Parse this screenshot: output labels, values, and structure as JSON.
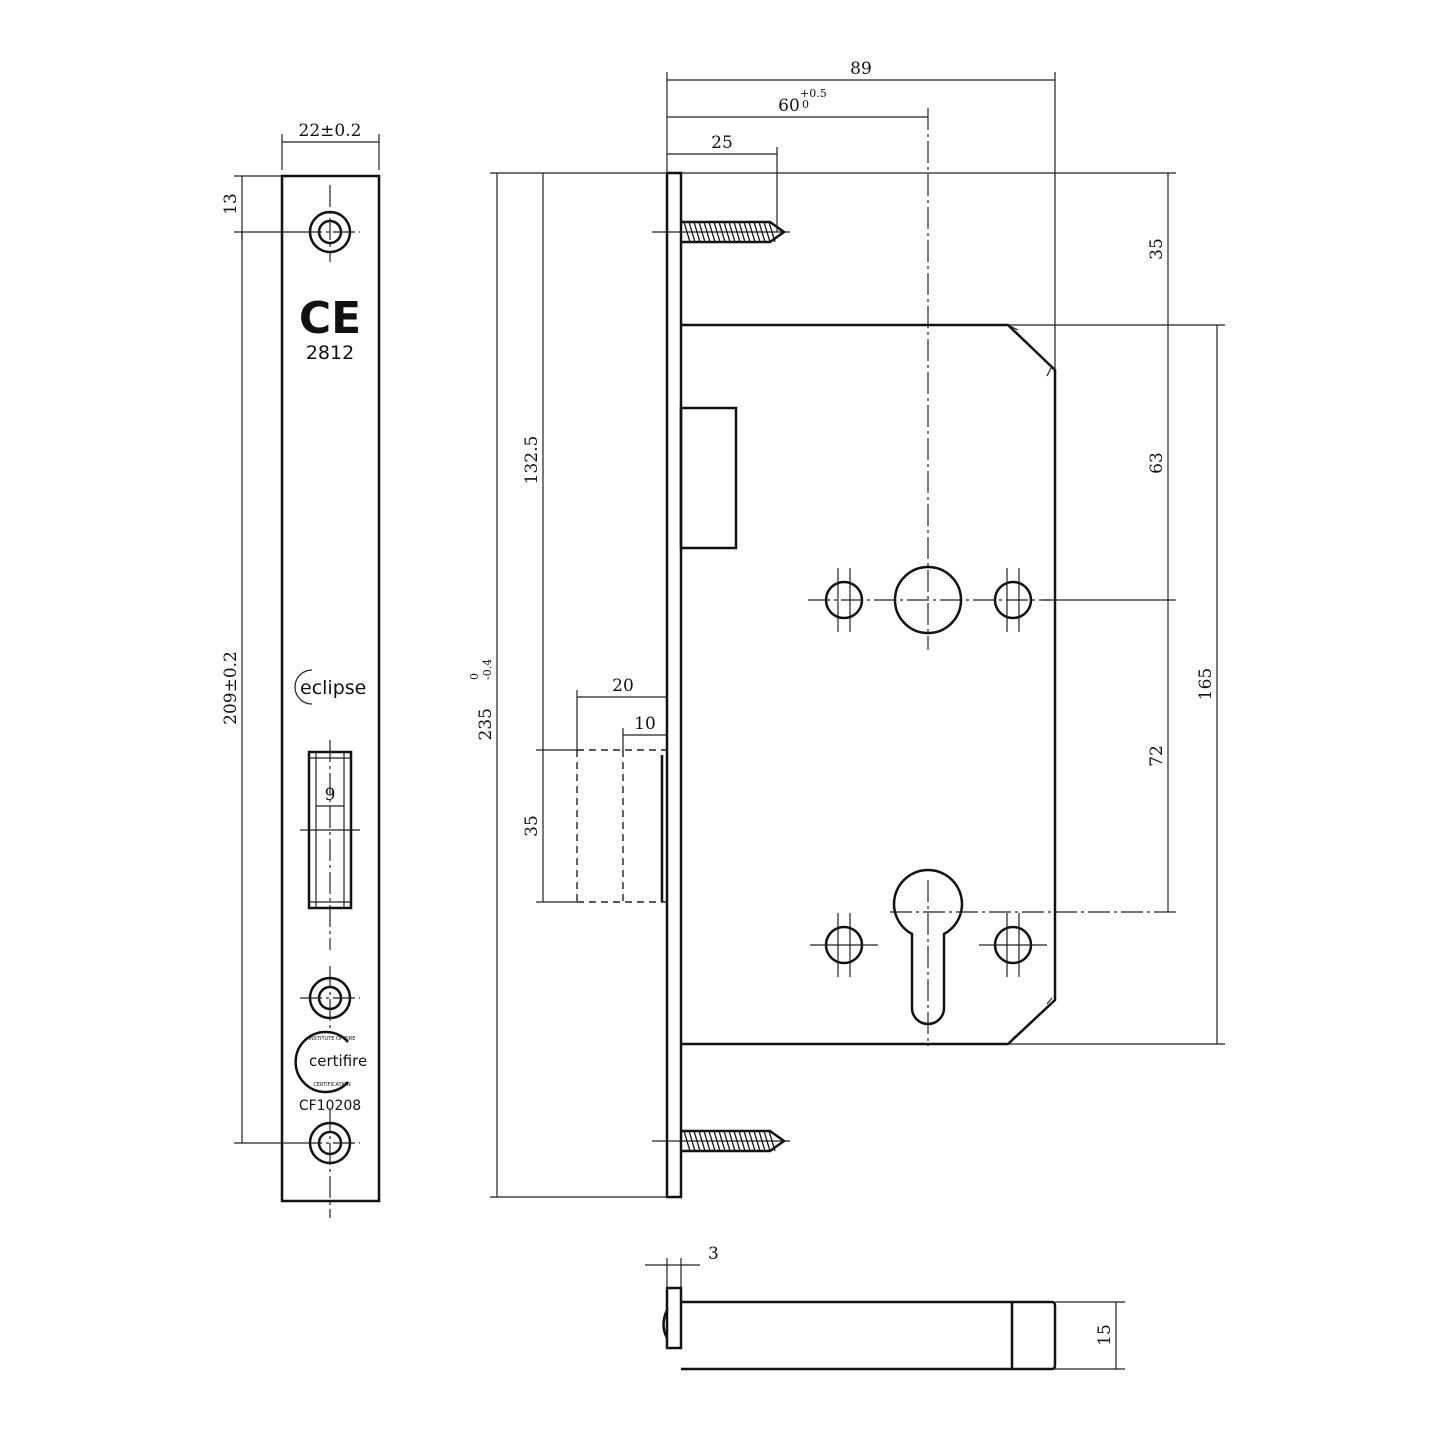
{
  "front_view": {
    "width_dim": "22±0.2",
    "top_hole_dim": "13",
    "hole_span_dim": "209±0.2",
    "slot_width_dim": "9",
    "ce_mark": "CE",
    "ce_number": "2812",
    "brand_logo": "eclipse",
    "cert_logo": "certifire",
    "cert_logo_ring_top": "INSTITUTE OF FIRE",
    "cert_logo_ring_bottom": "CERTIFICATION",
    "cert_code": "CF10208"
  },
  "side_view": {
    "dim_overall_depth": "89",
    "dim_backset": "60",
    "dim_backset_tol_upper": "+0.5",
    "dim_backset_tol_lower": "0",
    "dim_screw": "25",
    "dim_height_to_latch": "132.5",
    "dim_plate_height": "235",
    "dim_plate_height_tol_upper": "0",
    "dim_plate_height_tol_lower": "-0.4",
    "dim_bolt_throw": "20",
    "dim_bolt_inner": "10",
    "dim_bolt_height": "35",
    "dim_top_offset": "35",
    "dim_upper_spacing": "63",
    "dim_lower_spacing": "72",
    "dim_case_height": "165"
  },
  "bottom_view": {
    "dim_plate_thickness": "3",
    "dim_bolt_thickness": "15"
  }
}
